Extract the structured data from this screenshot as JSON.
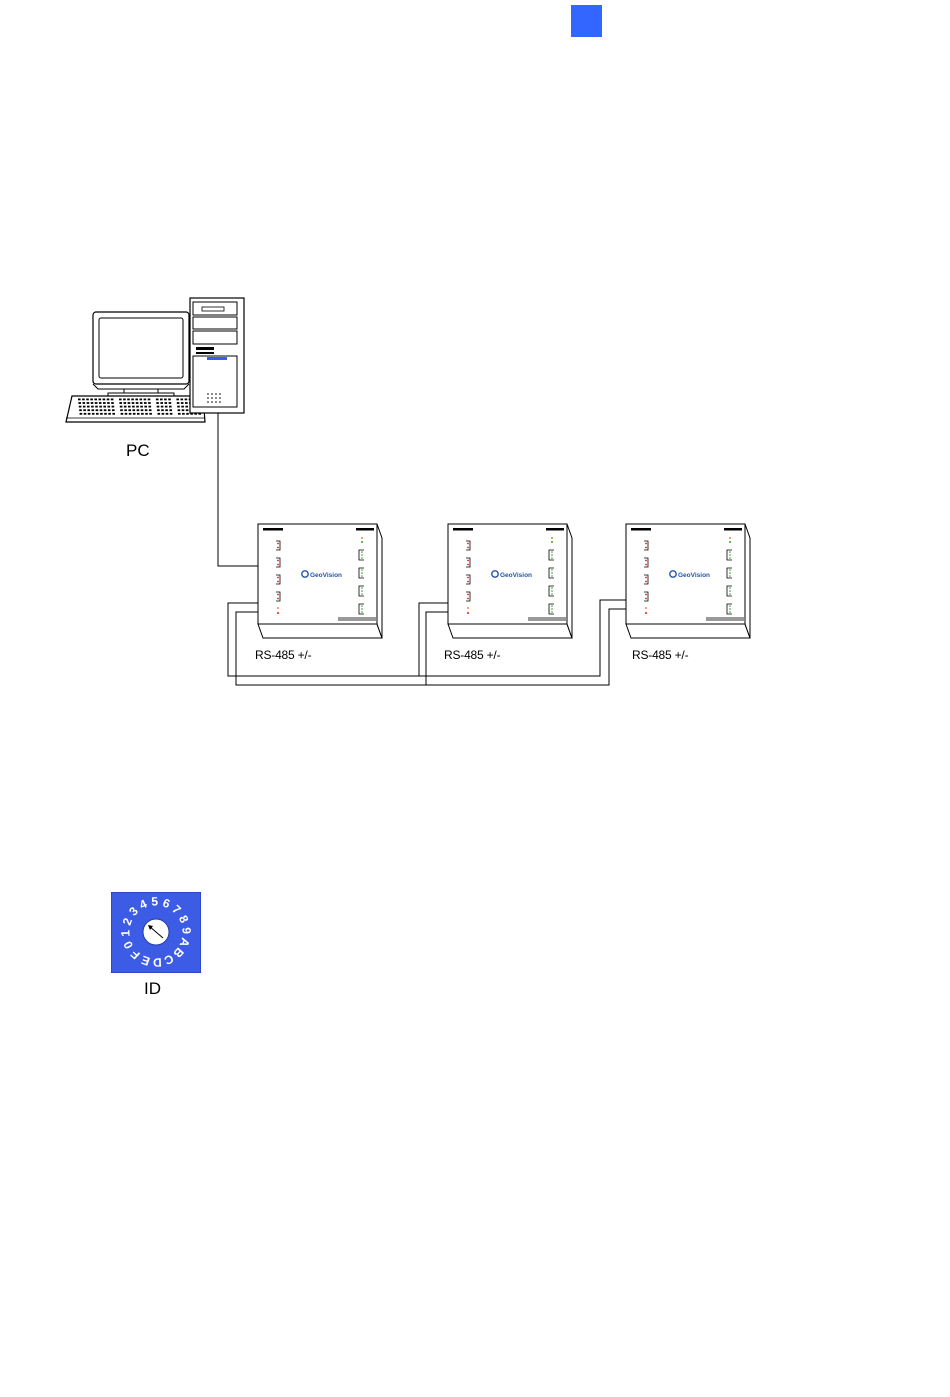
{
  "colors": {
    "marker": "#3366ff",
    "dial_bg": "#3d5ce6",
    "line": "#000000"
  },
  "pc": {
    "label": "PC"
  },
  "controllers": [
    {
      "label": "RS-485 +/-",
      "logo": "GeoVision"
    },
    {
      "label": "RS-485 +/-",
      "logo": "GeoVision"
    },
    {
      "label": "RS-485 +/-",
      "logo": "GeoVision"
    }
  ],
  "id_switch": {
    "label": "ID",
    "digits": [
      "0",
      "1",
      "2",
      "3",
      "4",
      "5",
      "6",
      "7",
      "8",
      "9",
      "A",
      "B",
      "C",
      "D",
      "E",
      "F"
    ]
  }
}
